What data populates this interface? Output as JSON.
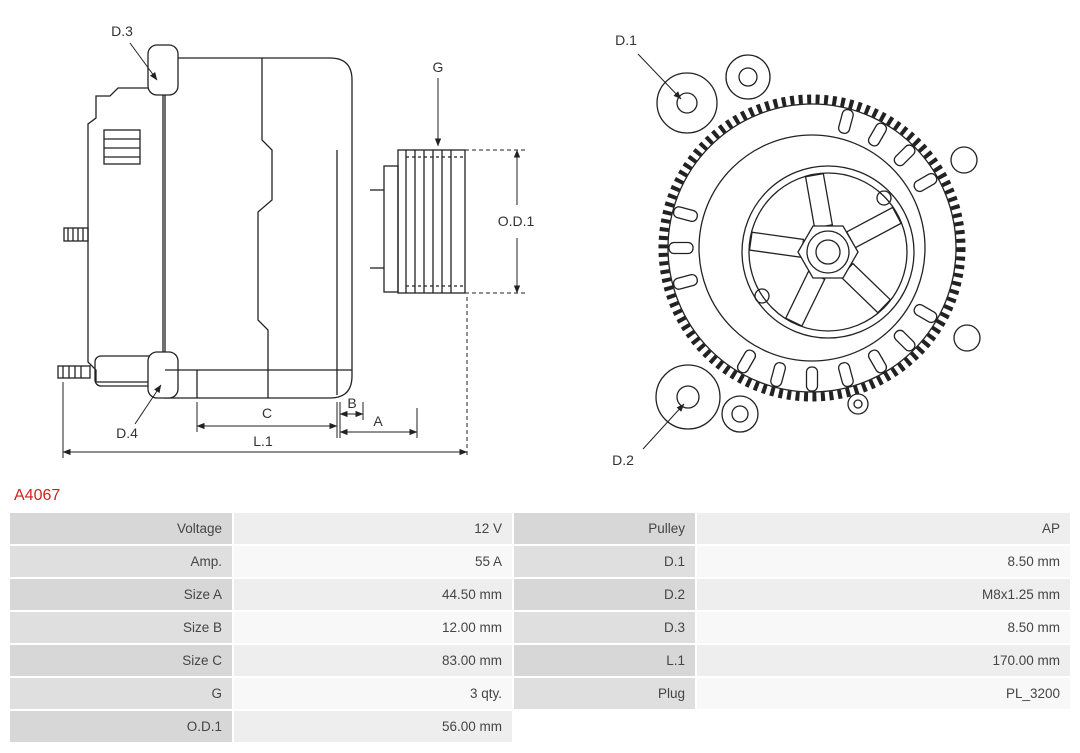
{
  "part_number": "A4067",
  "colors": {
    "part_number_red": "#d21e1e",
    "table_label_bg": "#d7d7d7",
    "table_value_bg": "#eeeeee",
    "diagram_line": "#222222"
  },
  "diagram": {
    "labels": {
      "d1": "D.1",
      "d2": "D.2",
      "d3": "D.3",
      "d4": "D.4",
      "g": "G",
      "od1": "O.D.1",
      "a": "A",
      "b": "B",
      "c": "C",
      "l1": "L.1"
    }
  },
  "specs": {
    "rows": [
      {
        "label_left": "Voltage",
        "value_left": "12 V",
        "label_right": "Pulley",
        "value_right": "AP"
      },
      {
        "label_left": "Amp.",
        "value_left": "55 A",
        "label_right": "D.1",
        "value_right": "8.50 mm"
      },
      {
        "label_left": "Size A",
        "value_left": "44.50 mm",
        "label_right": "D.2",
        "value_right": "M8x1.25 mm"
      },
      {
        "label_left": "Size B",
        "value_left": "12.00 mm",
        "label_right": "D.3",
        "value_right": "8.50 mm"
      },
      {
        "label_left": "Size C",
        "value_left": "83.00 mm",
        "label_right": "L.1",
        "value_right": "170.00 mm"
      },
      {
        "label_left": "G",
        "value_left": "3 qty.",
        "label_right": "Plug",
        "value_right": "PL_3200"
      },
      {
        "label_left": "O.D.1",
        "value_left": "56.00 mm",
        "label_right": "",
        "value_right": ""
      }
    ]
  }
}
